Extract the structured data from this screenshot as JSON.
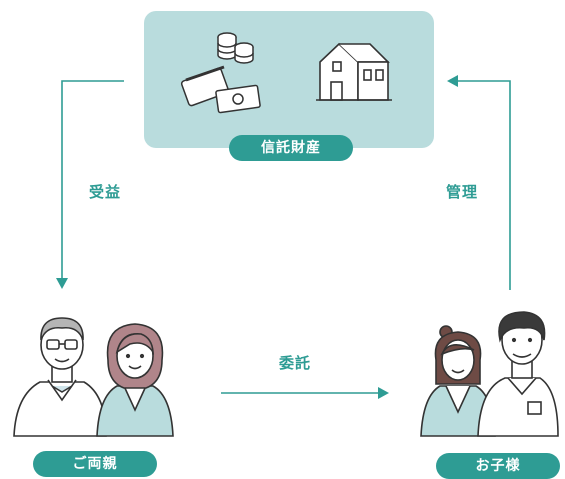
{
  "diagram": {
    "assets_label": "信託財産",
    "parents_label": "ご両親",
    "child_label": "お子様",
    "flows": {
      "benefit": "受益",
      "manage": "管理",
      "entrust": "委託"
    }
  },
  "colors": {
    "accent": "#2e9c94",
    "panel": "#b9dcdd",
    "arrow": "#2e9c94"
  }
}
